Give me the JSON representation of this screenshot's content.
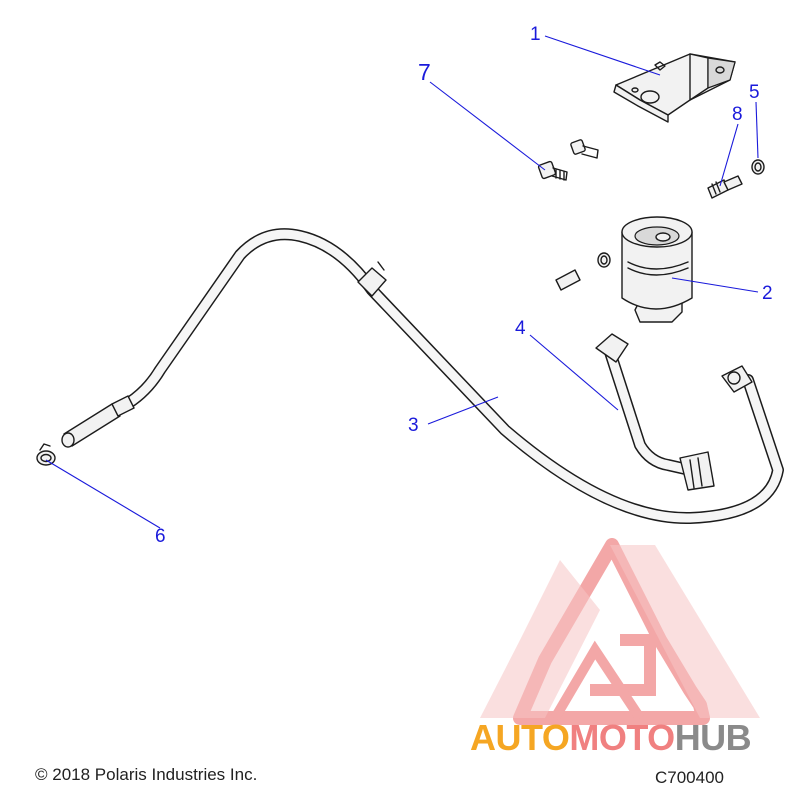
{
  "colors": {
    "callout": "#1a1adb",
    "line_art": "#1c1c1c",
    "watermark_red": "#e23a3a",
    "watermark_orange": "#f5a623",
    "watermark_gray": "#8a8a8a"
  },
  "callouts": [
    {
      "num": "1",
      "part": "bracket"
    },
    {
      "num": "2",
      "part": "fuel-filter"
    },
    {
      "num": "3",
      "part": "fuel-line"
    },
    {
      "num": "4",
      "part": "filter-hose"
    },
    {
      "num": "5",
      "part": "washer"
    },
    {
      "num": "6",
      "part": "hose-clamp"
    },
    {
      "num": "7",
      "part": "bolt"
    },
    {
      "num": "8",
      "part": "fitting"
    }
  ],
  "footer": {
    "copyright": "© 2018 Polaris Industries Inc.",
    "code": "C700400"
  },
  "watermark": {
    "part1": "AUTO",
    "part2": "MOTO",
    "part3": "HUB"
  }
}
